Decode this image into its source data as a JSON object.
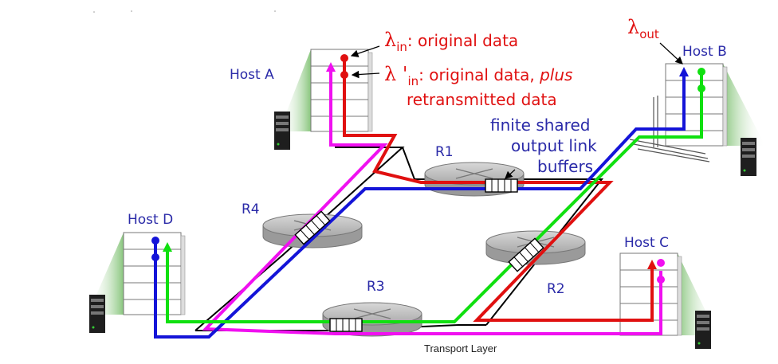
{
  "hosts": {
    "a": "Host A",
    "b": "Host B",
    "c": "Host C",
    "d": "Host D"
  },
  "routers": {
    "r1": "R1",
    "r2": "R2",
    "r3": "R3",
    "r4": "R4"
  },
  "lambda_in": {
    "symbol": "λ",
    "sub": "in",
    "text": ": original data"
  },
  "lambda_in_prime": {
    "symbol": "λ '",
    "sub": "in",
    "text": ": original data, ",
    "emph": "plus",
    "line2": "retransmitted data"
  },
  "lambda_out": {
    "symbol": "λ",
    "sub": "out"
  },
  "buffer_note": {
    "line1": "finite shared",
    "line2": "output link",
    "line3": "buffers"
  },
  "footer": "Transport Layer",
  "colors": {
    "red": "#e01010",
    "blue": "#1414d8",
    "green": "#10e010",
    "magenta": "#f010f0",
    "label_blue": "#2a2aa8"
  }
}
